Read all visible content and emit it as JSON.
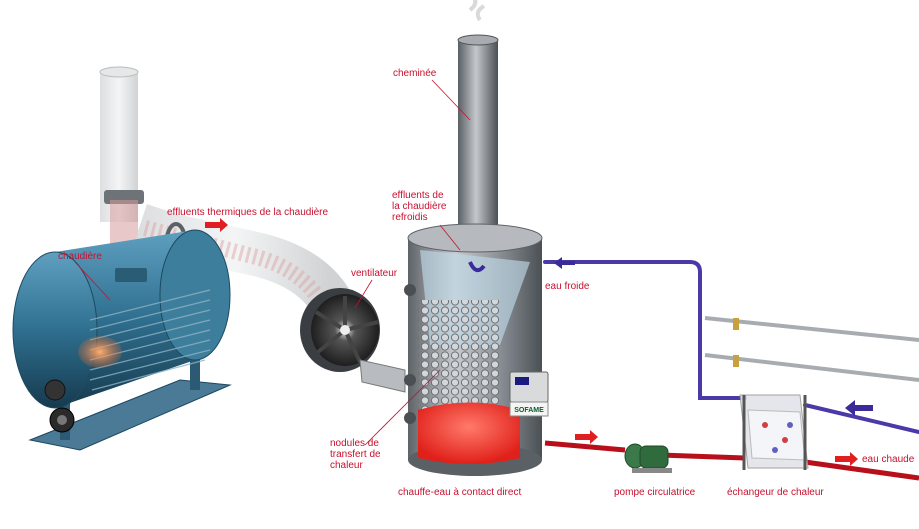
{
  "labels": {
    "chaudiere": "chaudière",
    "effluents_thermiques": "effluents thermiques de la chaudière",
    "cheminee": "cheminée",
    "effluents_refroidis": "effluents de\nla chaudière\nrefroidis",
    "ventilateur": "ventilateur",
    "eau_froide": "eau froide",
    "nodules": "nodules de\ntransfert de\nchaleur",
    "chauffe_eau": "chauffe-eau à contact direct",
    "pompe": "pompe circulatrice",
    "echangeur": "échangeur de chaleur",
    "eau_chaude": "eau chaude"
  },
  "brand": {
    "logo_text": "SOFAME"
  },
  "colors": {
    "label_red": "#c8102e",
    "hot_arrow": "#e02020",
    "cold_arrow": "#3a2a9a",
    "boiler_blue": "#2f6f8f",
    "tank_grey": "#8a8f94",
    "cold_pipe": "#4a3aa8",
    "hot_pipe": "#b8101a"
  }
}
